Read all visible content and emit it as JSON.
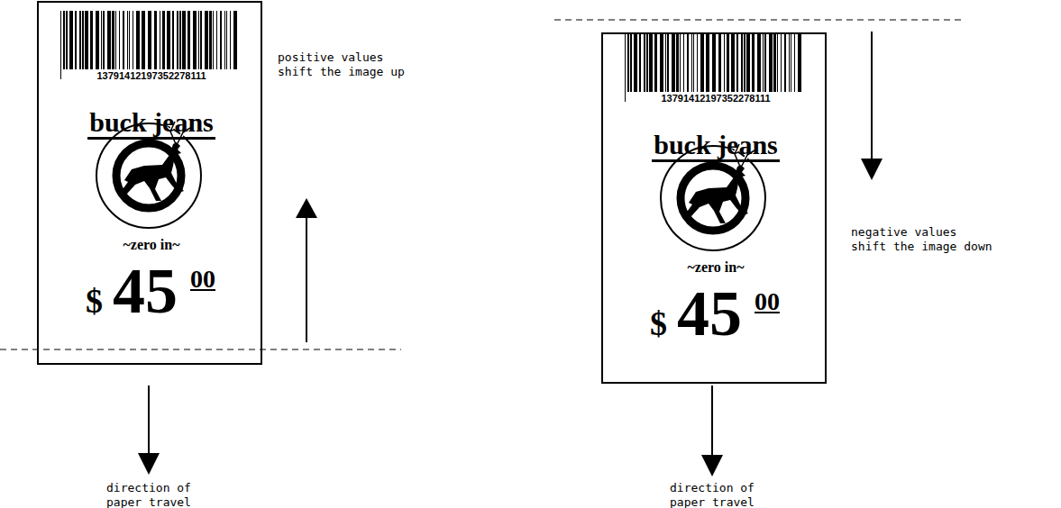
{
  "diagram": {
    "nodes": [
      {
        "text": [
          "13791412197352278111",
          "buck jeans",
          "~zero in~",
          "$",
          "45",
          "00"
        ]
      },
      {
        "text": [
          "13791412197352278111",
          "buck jeans",
          "~zero in~",
          "$",
          "45",
          "00"
        ]
      }
    ],
    "labels": [
      "positive values shift the image up",
      "direction of paper travel",
      "negative values shift the image down",
      "direction of paper travel"
    ]
  }
}
